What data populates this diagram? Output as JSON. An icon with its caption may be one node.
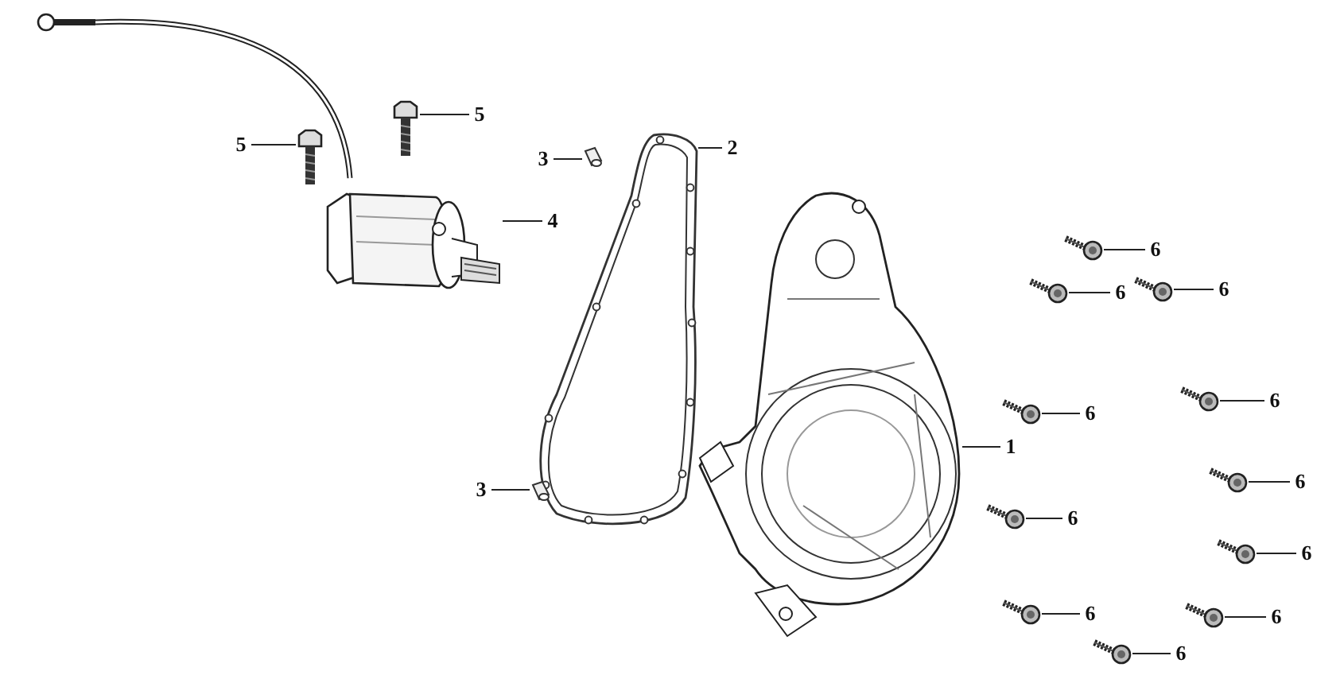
{
  "diagram": {
    "nodes": [
      {
        "text": [
          "5"
        ]
      },
      {
        "text": [
          "5"
        ]
      },
      {
        "text": [
          "2"
        ]
      },
      {
        "text": [
          "3"
        ]
      },
      {
        "text": [
          "4"
        ]
      },
      {
        "text": [
          "6"
        ]
      },
      {
        "text": [
          "6"
        ]
      },
      {
        "text": [
          "6"
        ]
      },
      {
        "text": [
          "6"
        ]
      },
      {
        "text": [
          "6"
        ]
      },
      {
        "text": [
          "1"
        ]
      },
      {
        "text": [
          "6"
        ]
      },
      {
        "text": [
          "3"
        ]
      },
      {
        "text": [
          "6"
        ]
      },
      {
        "text": [
          "6"
        ]
      },
      {
        "text": [
          "6"
        ]
      },
      {
        "text": [
          "6"
        ]
      },
      {
        "text": [
          "6"
        ]
      },
      {
        "text": [],
        "shape": "picture"
      },
      {
        "text": [],
        "shape": "picture"
      },
      {
        "text": [],
        "shape": "picture"
      },
      {
        "text": [],
        "shape": "picture"
      },
      {
        "text": [],
        "shape": "picture"
      },
      {
        "text": [],
        "shape": "picture"
      },
      {
        "text": [],
        "shape": "picture"
      },
      {
        "text": [],
        "shape": "picture"
      },
      {
        "text": [],
        "shape": "picture"
      },
      {
        "text": [],
        "shape": "picture"
      },
      {
        "text": [],
        "shape": "picture"
      },
      {
        "text": [],
        "shape": "picture"
      },
      {
        "text": [],
        "shape": "picture"
      },
      {
        "text": [],
        "shape": "picture"
      },
      {
        "text": [],
        "shape": "picture"
      },
      {
        "text": [],
        "shape": "picture"
      },
      {
        "text": [],
        "shape": "picture"
      },
      {
        "text": [],
        "shape": "picture"
      }
    ],
    "edges": [
      {
        "from": 0,
        "to": 18,
        "arrow": "none"
      },
      {
        "from": 1,
        "to": 19,
        "arrow": "none"
      },
      {
        "from": 2,
        "to": 20,
        "arrow": "none"
      },
      {
        "from": 3,
        "to": 21,
        "arrow": "none"
      },
      {
        "from": 4,
        "to": 22,
        "arrow": "none"
      },
      {
        "from": 5,
        "to": 23,
        "arrow": "none"
      },
      {
        "from": 6,
        "to": 24,
        "arrow": "none"
      },
      {
        "from": 7,
        "to": 25,
        "arrow": "none"
      },
      {
        "from": 8,
        "to": 26,
        "arrow": "none"
      },
      {
        "from": 9,
        "to": 27,
        "arrow": "none"
      },
      {
        "from": 10,
        "to": 28,
        "arrow": "none"
      },
      {
        "from": 11,
        "to": 29,
        "arrow": "none"
      },
      {
        "from": 12,
        "to": 30,
        "arrow": "none"
      },
      {
        "from": 13,
        "to": 31,
        "arrow": "none"
      },
      {
        "from": 14,
        "to": 32,
        "arrow": "none"
      },
      {
        "from": 15,
        "to": 33,
        "arrow": "none"
      },
      {
        "from": 16,
        "to": 34,
        "arrow": "none"
      },
      {
        "from": 17,
        "to": 35,
        "arrow": "none"
      }
    ]
  }
}
